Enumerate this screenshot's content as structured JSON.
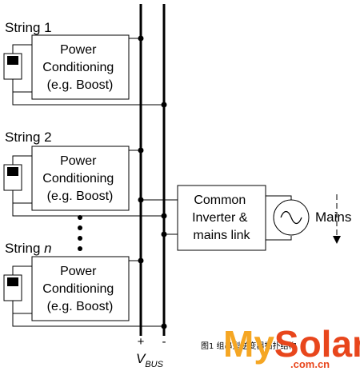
{
  "strings": [
    {
      "label": "String 1",
      "block_lines": [
        "Power",
        "Conditioning",
        "(e.g. Boost)"
      ]
    },
    {
      "label": "String 2",
      "block_lines": [
        "Power",
        "Conditioning",
        "(e.g. Boost)"
      ]
    },
    {
      "label": "String ",
      "label_italic": "n",
      "block_lines": [
        "Power",
        "Conditioning",
        "(e.g. Boost)"
      ]
    }
  ],
  "inverter_lines": [
    "Common",
    "Inverter &",
    "mains link"
  ],
  "mains_label": "Mains",
  "bus": {
    "plus": "+",
    "minus": "-",
    "v": "V",
    "sub": "BUS"
  },
  "caption": "图1 组串型逆变器拓扑结构",
  "watermark": {
    "my": "My",
    "solar": "Solar",
    "domain": ".com.cn"
  }
}
